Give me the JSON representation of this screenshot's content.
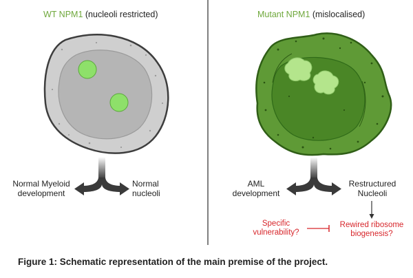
{
  "left_panel": {
    "title_highlight": "WT NPM1",
    "title_rest": " (nucleoli restricted)",
    "label_left_line1": "Normal Myeloid",
    "label_left_line2": "development",
    "label_right_line1": "Normal",
    "label_right_line2": "nucleoli"
  },
  "right_panel": {
    "title_highlight": "Mutant NPM1",
    "title_rest": " (mislocalised)",
    "label_left_line1": "AML",
    "label_left_line2": "development",
    "label_right_line1": "Restructured",
    "label_right_line2": "Nucleoli",
    "red_left_line1": "Specific",
    "red_left_line2": "vulnerability?",
    "red_right_line1": "Rewired ribosome",
    "red_right_line2": "biogenesis?"
  },
  "caption": "Figure 1: Schematic representation of the main premise of the project.",
  "colors": {
    "green_text": "#6fa83c",
    "red_text": "#d7262b",
    "wt_cell": "#cfcfcf",
    "wt_nucleus": "#b5b5b5",
    "nucleolus_green": "#8ee06a",
    "mutant_cell": "#4f8a2a",
    "mutant_nucleus": "#3f7a22"
  }
}
